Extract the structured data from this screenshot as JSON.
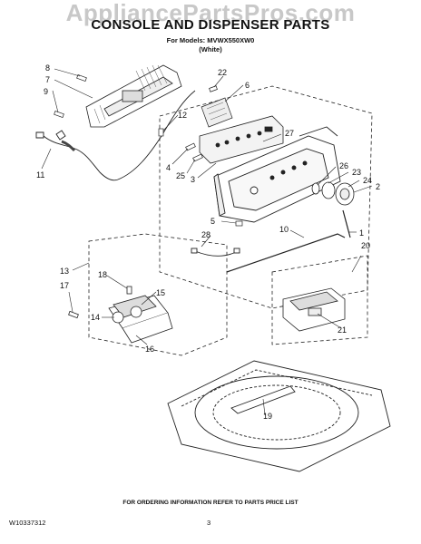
{
  "watermark": "AppliancePartsPros.com",
  "title": "CONSOLE AND DISPENSER PARTS",
  "subtitle": "For Models: MVWX550XW0",
  "subtitle2": "(White)",
  "footer_note": "FOR ORDERING INFORMATION REFER TO PARTS PRICE LIST",
  "doc_number": "W10337312",
  "page_number": "3",
  "callouts": [
    {
      "id": "c8",
      "text": "8"
    },
    {
      "id": "c7",
      "text": "7"
    },
    {
      "id": "c9",
      "text": "9"
    },
    {
      "id": "c11",
      "text": "11"
    },
    {
      "id": "c12",
      "text": "12"
    },
    {
      "id": "c22",
      "text": "22"
    },
    {
      "id": "c6",
      "text": "6"
    },
    {
      "id": "c27",
      "text": "27"
    },
    {
      "id": "c4",
      "text": "4"
    },
    {
      "id": "c25",
      "text": "25"
    },
    {
      "id": "c3",
      "text": "3"
    },
    {
      "id": "c26",
      "text": "26"
    },
    {
      "id": "c23",
      "text": "23"
    },
    {
      "id": "c24",
      "text": "24"
    },
    {
      "id": "c2",
      "text": "2"
    },
    {
      "id": "c5",
      "text": "5"
    },
    {
      "id": "c28",
      "text": "28"
    },
    {
      "id": "c10",
      "text": "10"
    },
    {
      "id": "c1",
      "text": "1"
    },
    {
      "id": "c20",
      "text": "20"
    },
    {
      "id": "c13",
      "text": "13"
    },
    {
      "id": "c18",
      "text": "18"
    },
    {
      "id": "c17",
      "text": "17"
    },
    {
      "id": "c15",
      "text": "15"
    },
    {
      "id": "c14",
      "text": "14"
    },
    {
      "id": "c16",
      "text": "16"
    },
    {
      "id": "c21",
      "text": "21"
    },
    {
      "id": "c19",
      "text": "19"
    }
  ]
}
